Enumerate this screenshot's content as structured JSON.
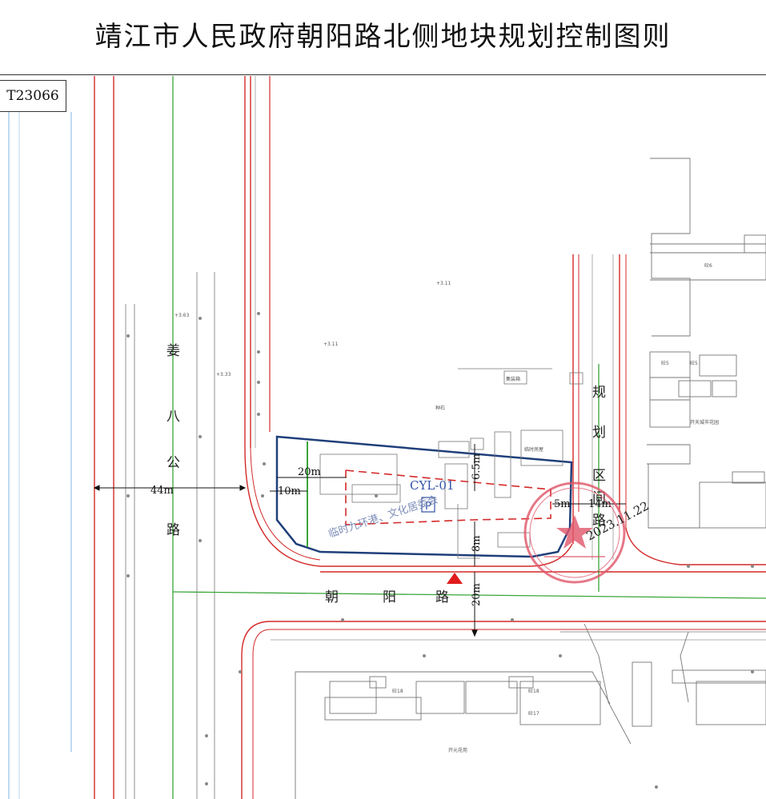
{
  "title": "靖江市人民政府朝阳路北侧地块规划控制图则",
  "map_code": "T23066",
  "parcel": {
    "code": "CYL-01",
    "parking_symbol": "P",
    "note": "临时九环港、文化居委会"
  },
  "roads": {
    "west": [
      "姜",
      "八",
      "公",
      "路"
    ],
    "south": [
      "朝",
      "阳",
      "路"
    ],
    "east": [
      "规",
      "划",
      "区",
      "间",
      "路"
    ]
  },
  "dimensions": {
    "west_road_width": "44m",
    "setback_20": "20m",
    "setback_10": "10m",
    "setback_6_5": "6.5m",
    "setback_8": "8m",
    "south_road_width": "20m",
    "setback_5": "5m",
    "east_road_width": "14m"
  },
  "stamp_date": "2023.11.22",
  "colors": {
    "road_red": "#d42a2a",
    "centerline_green": "#3aa63a",
    "boundary_blue": "#1f3f7a",
    "setback_red": "#d42a2a",
    "stamp_red": "#e0566a",
    "marker_red": "#e01b1b",
    "gray_building": "#777777"
  }
}
